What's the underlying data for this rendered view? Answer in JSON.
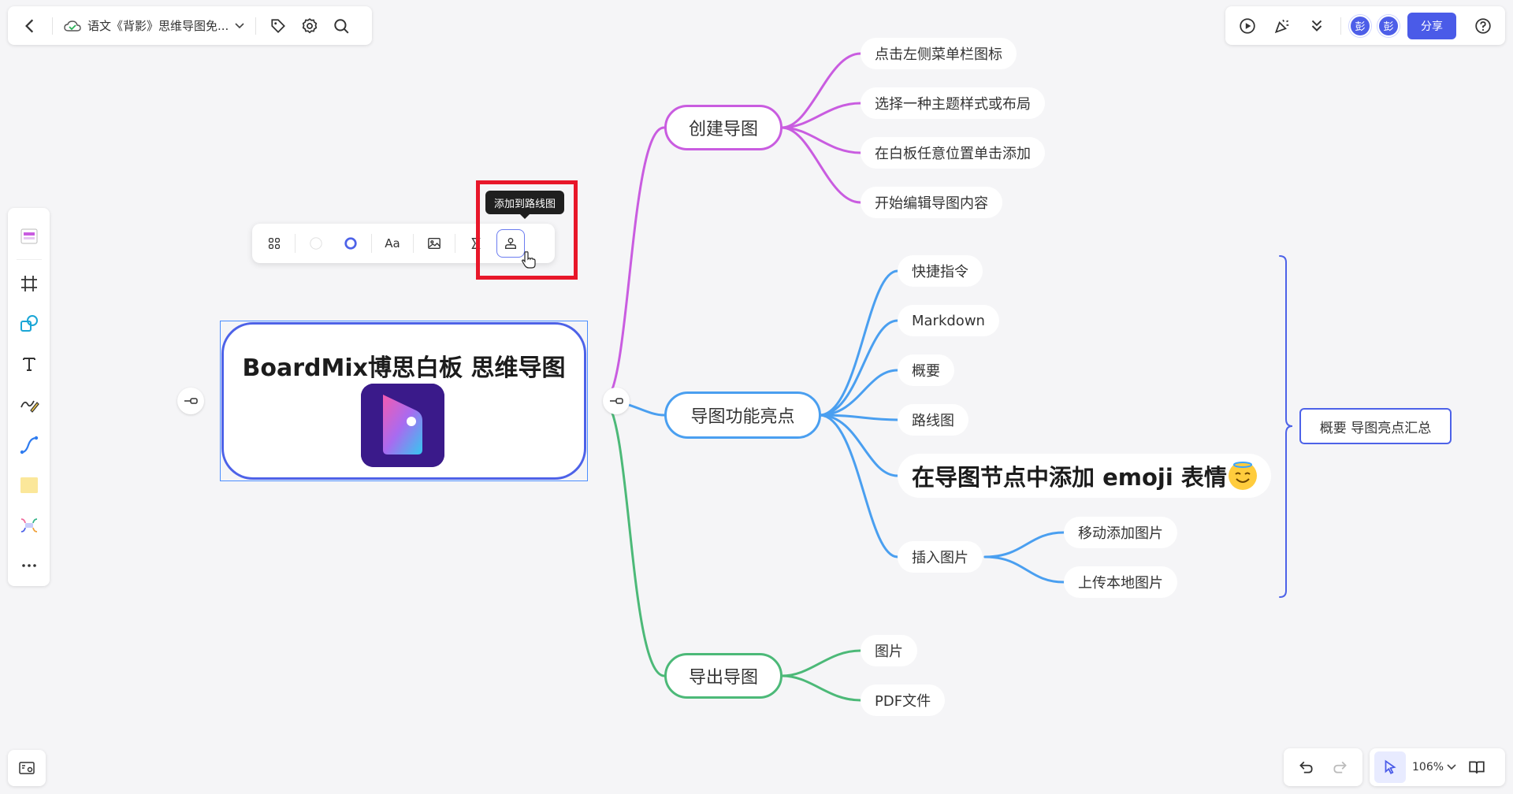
{
  "header": {
    "doc_title": "语文《背影》思维导图免...",
    "share_label": "分享",
    "avatar_1": "彭",
    "avatar_2": "彭"
  },
  "zoom": {
    "value": "106%"
  },
  "tooltip": {
    "text": "添加到路线图"
  },
  "float_toolbar": {
    "text_style_label": "Aa"
  },
  "mindmap": {
    "root_title": "BoardMix博思白板 思维导图",
    "branches": {
      "create": {
        "label": "创建导图",
        "children": [
          "点击左侧菜单栏图标",
          "选择一种主题样式或布局",
          "在白板任意位置单击添加",
          "开始编辑导图内容"
        ]
      },
      "features": {
        "label": "导图功能亮点",
        "children": [
          "快捷指令",
          "Markdown",
          "概要",
          "路线图",
          "在导图节点中添加 emoji 表情",
          "插入图片"
        ],
        "image_children": [
          "移动添加图片",
          "上传本地图片"
        ]
      },
      "export": {
        "label": "导出导图",
        "children": [
          "图片",
          "PDF文件"
        ]
      }
    },
    "summary_label": "概要 导图亮点汇总"
  },
  "colors": {
    "accent": "#4a5be8",
    "branch_create": "#c95ce0",
    "branch_features": "#4a9ff0",
    "branch_export": "#4cb978",
    "highlight": "#e8172a"
  }
}
